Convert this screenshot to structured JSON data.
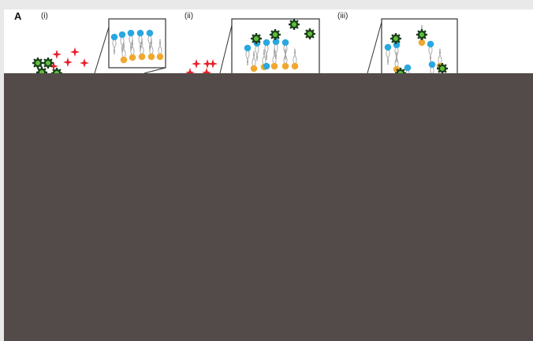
{
  "figure": {
    "panel_label": "A",
    "subpanels": [
      {
        "label": "(i)"
      },
      {
        "label": "(ii)"
      },
      {
        "label": "(iii)"
      }
    ]
  },
  "colors": {
    "background_outer": "#e9e9e9",
    "background_panel": "#ffffff",
    "occluder": "#534b49",
    "lipid_head_blue": "#2aa7df",
    "lipid_head_orange": "#f0a830",
    "star_red": "#e8202a",
    "gear_green": "#2f8a2f",
    "gear_dark": "#1b3d1b",
    "label_yellow": "#c8b000"
  },
  "icons": [
    "red-star-icon",
    "green-gear-icon",
    "lipid-bilayer-icon",
    "zoom-box-icon"
  ]
}
